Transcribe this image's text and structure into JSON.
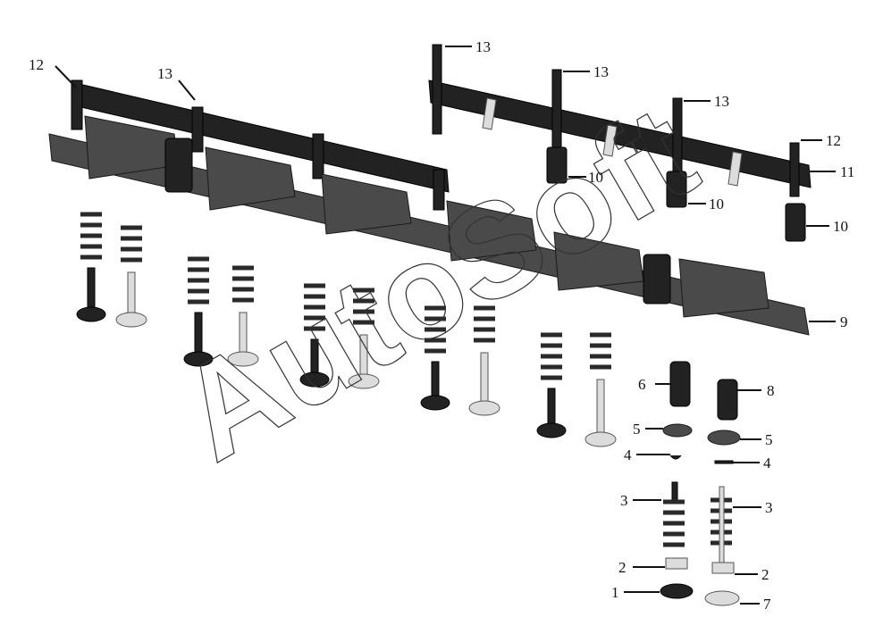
{
  "watermark": "AutoSoft",
  "callouts": {
    "c1": "1",
    "c2a": "2",
    "c2b": "2",
    "c3a": "3",
    "c3b": "3",
    "c4a": "4",
    "c4b": "4",
    "c5a": "5",
    "c5b": "5",
    "c6": "6",
    "c7": "7",
    "c8": "8",
    "c9": "9",
    "c10a": "10",
    "c10b": "10",
    "c10c": "10",
    "c11": "11",
    "c12a": "12",
    "c12b": "12",
    "c13a": "13",
    "c13b": "13",
    "c13c": "13",
    "c13d": "13"
  },
  "colors": {
    "metal": "#4a4a4a",
    "dark": "#222222",
    "light": "#dcdcdc",
    "ink": "#111111"
  }
}
